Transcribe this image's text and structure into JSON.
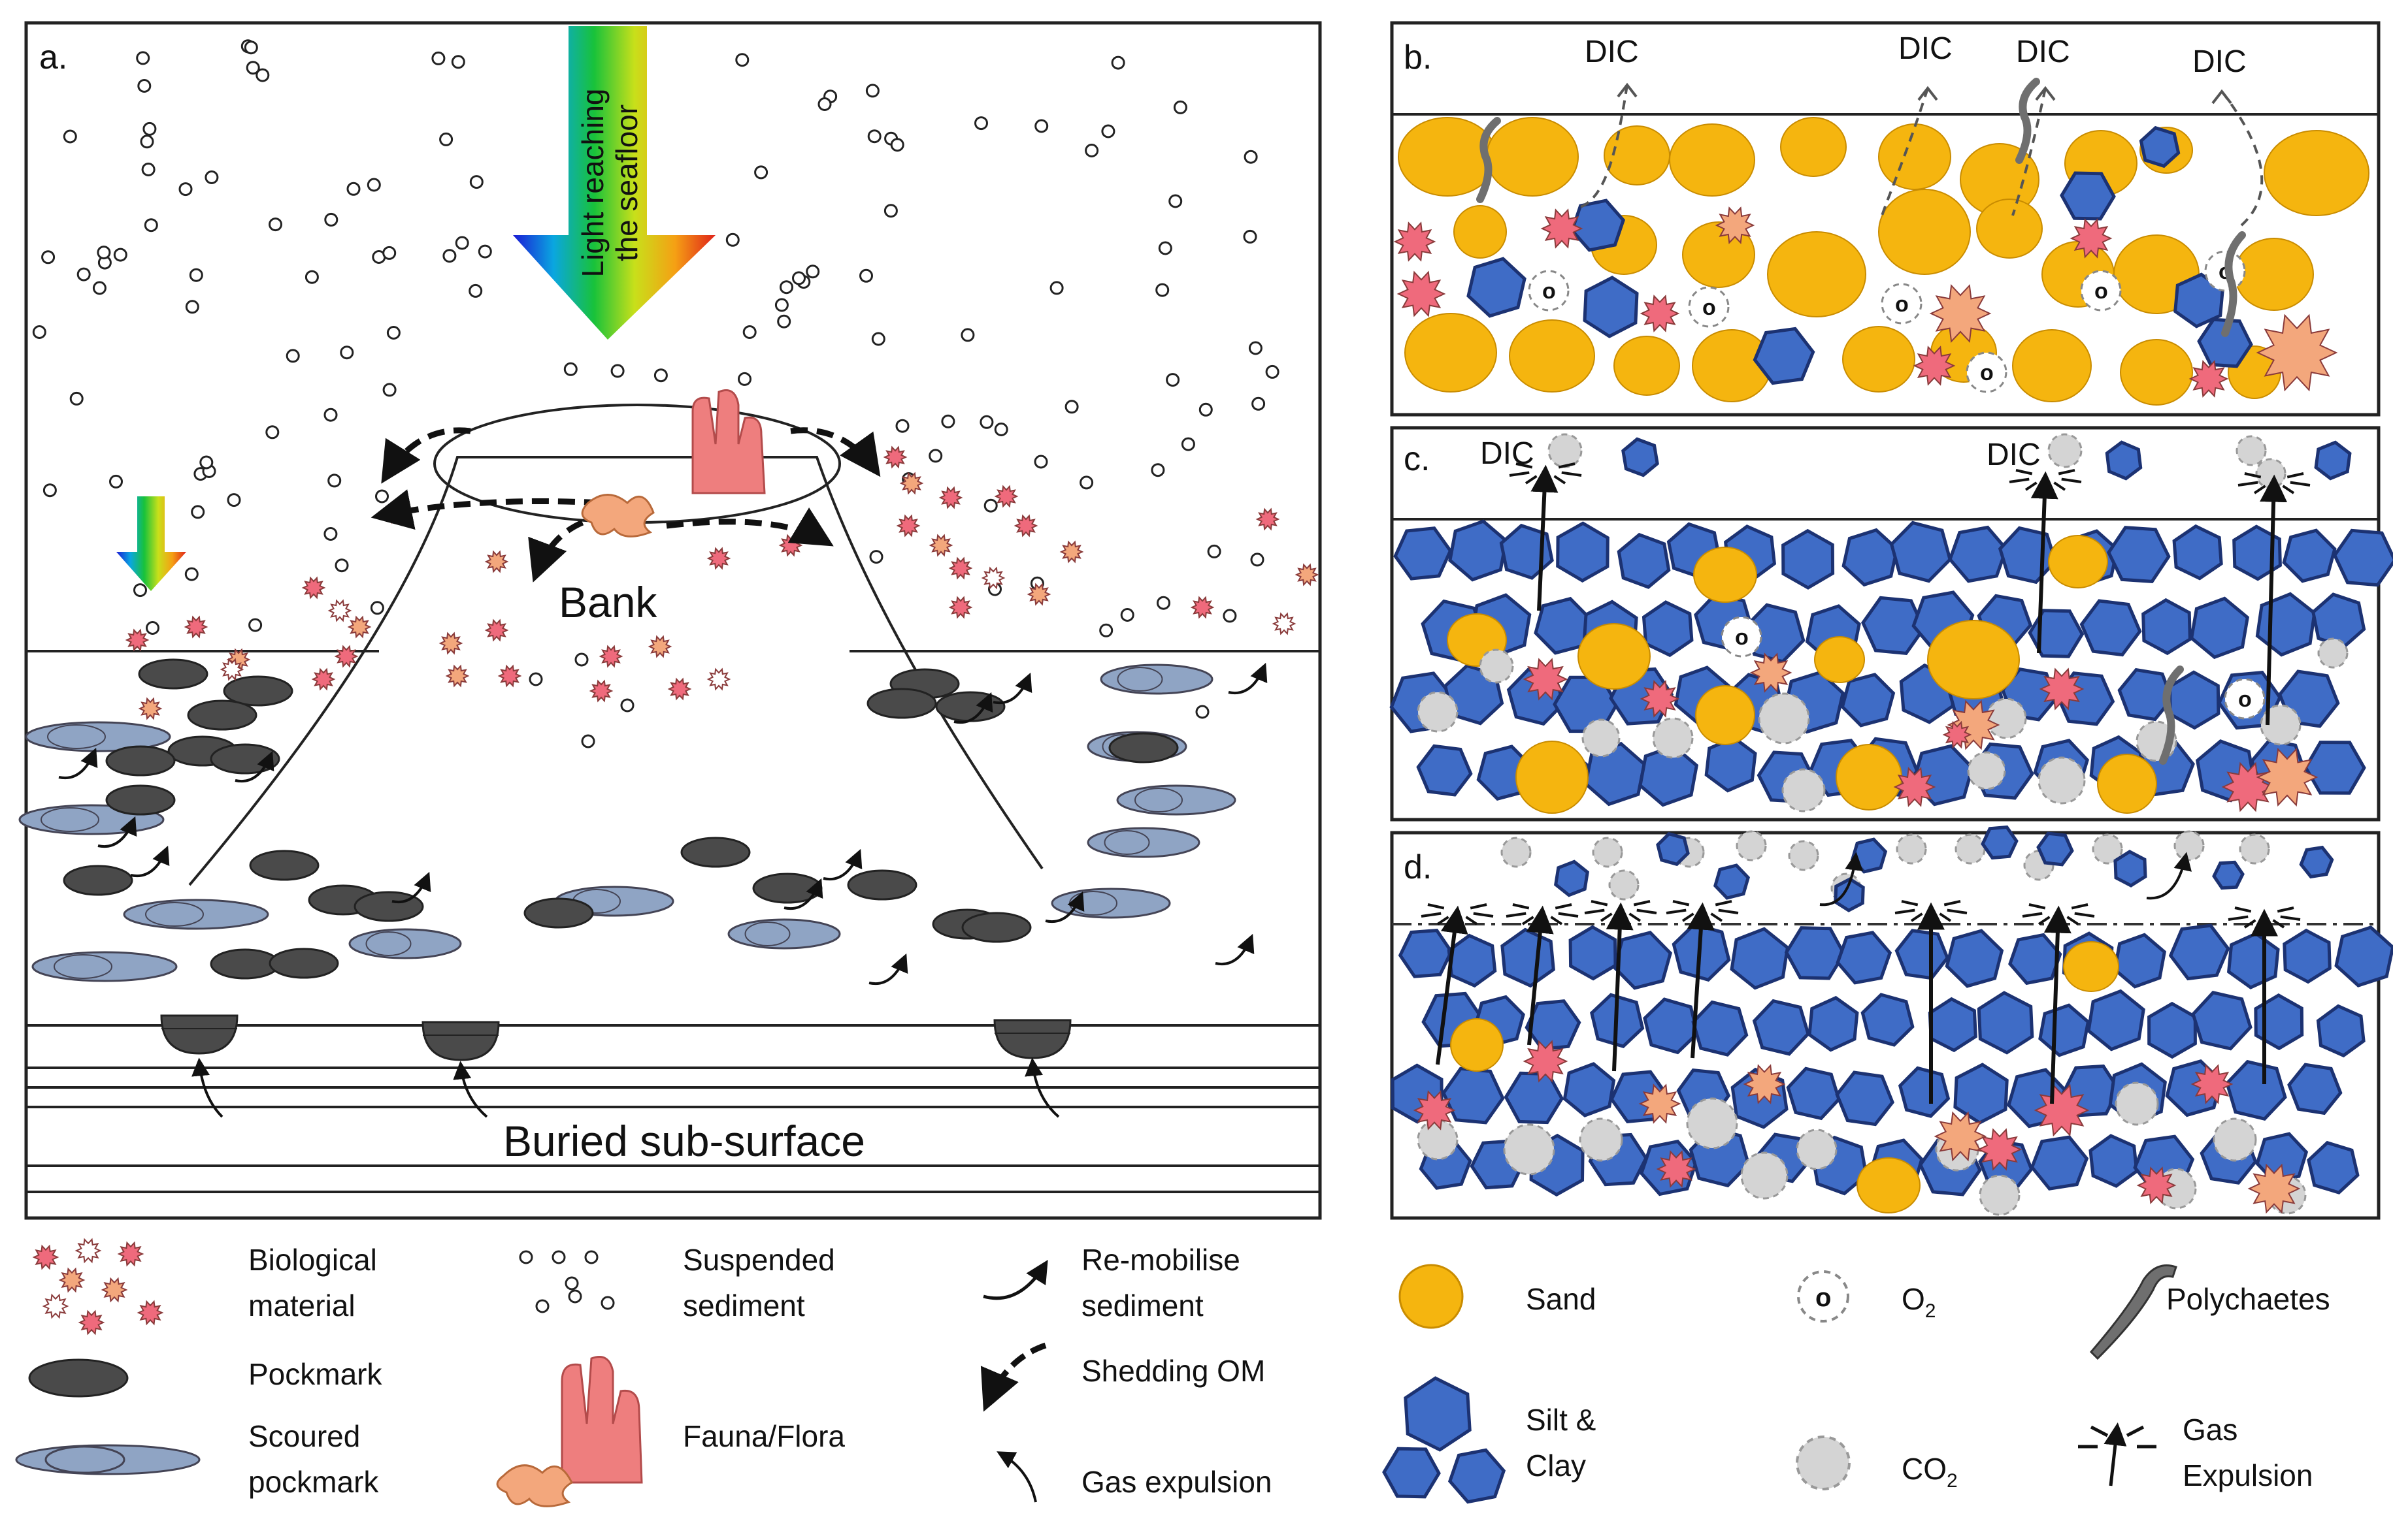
{
  "panels": {
    "a": {
      "label": "a.",
      "light_text_line1": "Light reaching",
      "light_text_line2": "the seafloor",
      "bank": "Bank",
      "buried": "Buried sub-surface"
    },
    "b": {
      "label": "b.",
      "dic": [
        "DIC",
        "DIC",
        "DIC",
        "DIC"
      ]
    },
    "c": {
      "label": "c.",
      "dic": [
        "DIC",
        "DIC"
      ]
    },
    "d": {
      "label": "d."
    }
  },
  "legend_left": {
    "biological_material": [
      "Biological",
      "material"
    ],
    "suspended_sediment": [
      "Suspended",
      "sediment"
    ],
    "remobilise_sediment": [
      "Re-mobilise",
      "sediment"
    ],
    "pockmark": "Pockmark",
    "shedding_om": "Shedding OM",
    "scoured_pockmark": [
      "Scoured",
      "pockmark"
    ],
    "fauna_flora": "Fauna/Flora",
    "gas_expulsion": "Gas expulsion"
  },
  "legend_right": {
    "sand": "Sand",
    "o2": "O",
    "o2_sub": "2",
    "o_symbol": "o",
    "polychaetes": "Polychaetes",
    "silt_clay": [
      "Silt &",
      "Clay"
    ],
    "co2": "CO",
    "co2_sub": "2",
    "gas_expulsion": [
      "Gas",
      "Expulsion"
    ]
  },
  "colors": {
    "sand": "#f5b50f",
    "silt": "#3f6cc6",
    "silt_stroke": "#1c3272",
    "co2": "#d4d4d4",
    "bio_red": "#ef6a7c",
    "bio_orange": "#f3a77c",
    "pockmark": "#4a4a4a",
    "scoured": "#8fa4c4",
    "fauna": "#ee7e7e",
    "polychaete": "#6f6f6f"
  }
}
